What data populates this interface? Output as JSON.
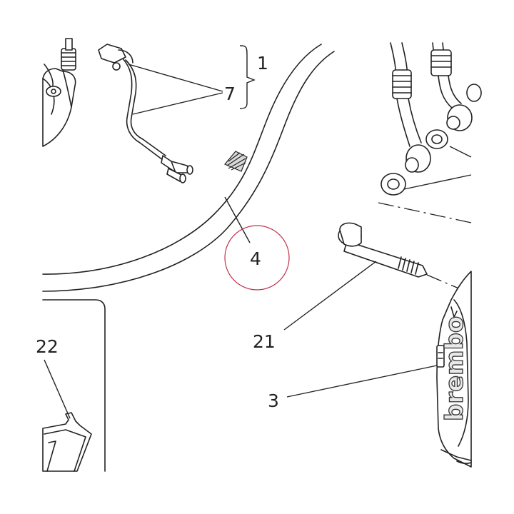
{
  "diagram": {
    "callouts": {
      "c1": "1",
      "c7": "7",
      "c4": "4",
      "c21": "21",
      "c3": "3",
      "c22": "22"
    },
    "brand_mark": "brembo",
    "highlight_color": "#c0304a"
  }
}
